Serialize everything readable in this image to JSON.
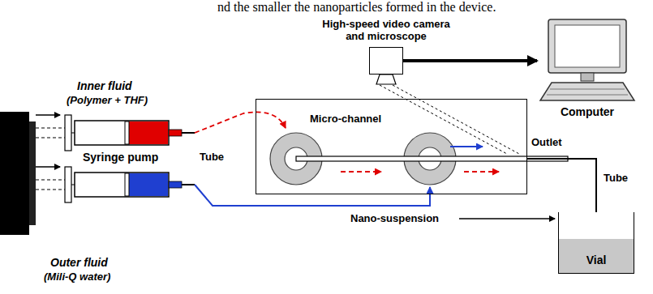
{
  "diagram": {
    "nodes": [
      {
        "text": [
          "High-speed video camera and microscope"
        ]
      },
      {
        "text": [
          "Computer"
        ]
      },
      {
        "text": [
          "Micro-channel"
        ]
      },
      {
        "text": [
          "Vial"
        ]
      }
    ],
    "edges": [
      {
        "from": 0,
        "to": 1,
        "arrow": "to"
      },
      {
        "from": 2,
        "to": 3,
        "arrow": "none"
      }
    ],
    "labels": [
      "nd the smaller the nanoparticles formed in the device.",
      "Inner fluid",
      "(Polymer + THF)",
      "Syringe pump",
      "Tube",
      "Outer fluid",
      "(Mili-Q water)",
      "Outlet",
      "Tube",
      "Nano-suspension"
    ]
  }
}
